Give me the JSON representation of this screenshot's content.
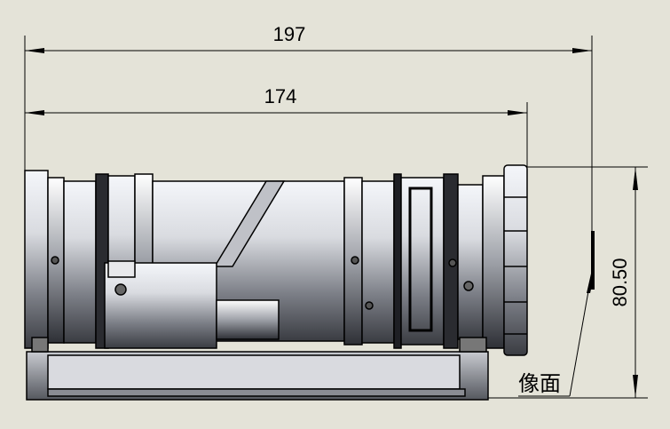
{
  "dimensions": {
    "overall_length": "197",
    "flange_length": "174",
    "height": "80.50"
  },
  "annotations": {
    "image_plane_label": "像面"
  },
  "colors": {
    "background": "#e4e3d8",
    "line": "#000000"
  }
}
